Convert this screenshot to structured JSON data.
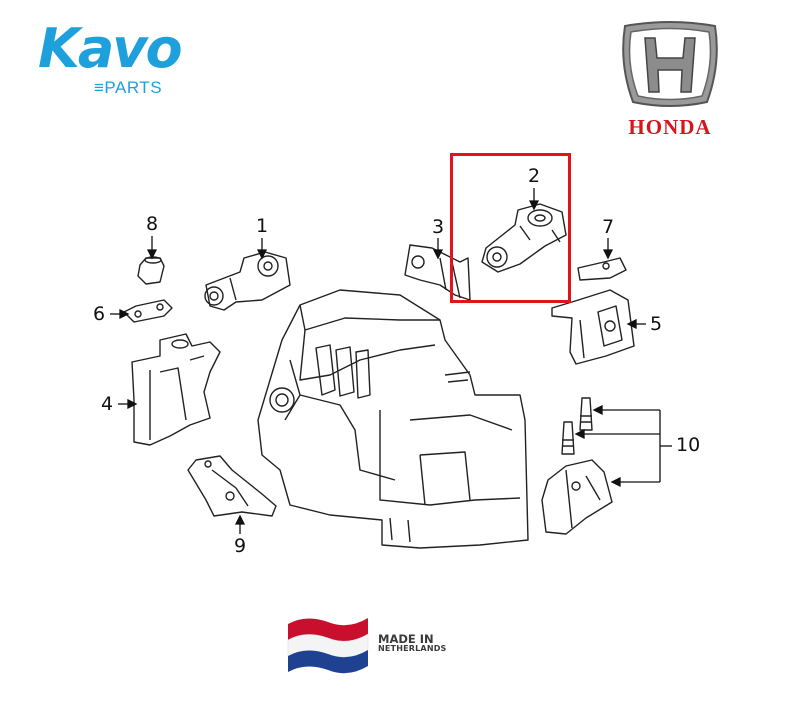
{
  "brand": {
    "kavo_name": "Kavo",
    "kavo_tagline": "≡PARTS",
    "kavo_color": "#1ea0dc",
    "maker_name": "HONDA",
    "maker_color": "#d8141f"
  },
  "diagram": {
    "callouts": [
      "1",
      "2",
      "3",
      "4",
      "5",
      "6",
      "7",
      "8",
      "9",
      "10"
    ],
    "highlighted_part": "2",
    "highlight_color": "#e2141a"
  },
  "origin": {
    "line1": "MADE IN",
    "line2": "NETHERLANDS",
    "flag_colors": [
      "#c8102e",
      "#ffffff",
      "#1e4192"
    ]
  }
}
